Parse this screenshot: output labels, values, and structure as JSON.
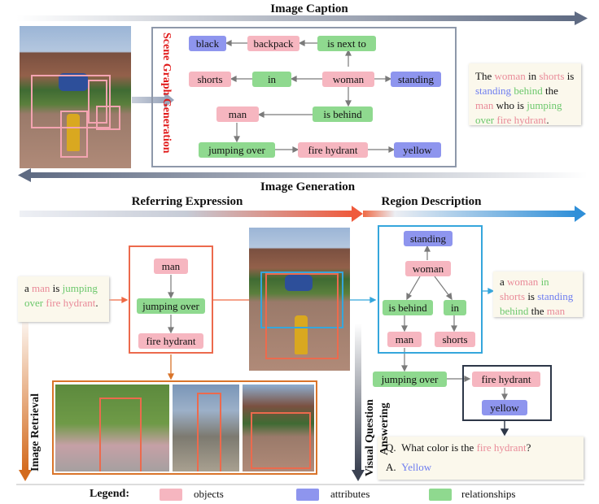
{
  "headers": {
    "image_caption": "Image Caption",
    "image_generation": "Image Generation",
    "referring_expression": "Referring Expression",
    "region_description": "Region Description",
    "scene_graph_generation": "Scene Graph Generation",
    "image_retrieval": "Image Retrieval",
    "vqa_line1": "Visual Question",
    "vqa_line2": "Answering"
  },
  "top_graph": {
    "black": "black",
    "backpack": "backpack",
    "is_next_to": "is next to",
    "shorts": "shorts",
    "in": "in",
    "woman": "woman",
    "standing": "standing",
    "man": "man",
    "is_behind": "is behind",
    "jumping_over": "jumping over",
    "fire_hydrant": "fire hydrant",
    "yellow": "yellow"
  },
  "caption": {
    "t1": "The ",
    "t2": "woman",
    "t3": " in ",
    "t4": "shorts",
    "t5": " is ",
    "t6": "standing",
    "t7": " ",
    "t8": "behind",
    "t9": " the ",
    "t10": "man",
    "t11": " who is ",
    "t12": "jumping over",
    "t13": " ",
    "t14": "fire hydrant",
    "t15": "."
  },
  "referring": {
    "t1": "a ",
    "t2": "man",
    "t3": " is ",
    "t4": "jumping over",
    "t5": " ",
    "t6": "fire hydrant",
    "t7": "."
  },
  "ref_graph": {
    "man": "man",
    "jumping_over": "jumping over",
    "fire_hydrant": "fire hydrant"
  },
  "region_graph": {
    "standing": "standing",
    "woman": "woman",
    "is_behind": "is behind",
    "in": "in",
    "man": "man",
    "shorts": "shorts"
  },
  "region_desc": {
    "t1": "a ",
    "t2": "woman",
    "t3": " ",
    "t4": "in",
    "t5": " ",
    "t6": "shorts",
    "t7": " is ",
    "t8": "standing",
    "t9": " ",
    "t10": "behind",
    "t11": " the ",
    "t12": "man"
  },
  "vqa_graph": {
    "jumping_over": "jumping over",
    "fire_hydrant": "fire hydrant",
    "yellow": "yellow"
  },
  "vqa": {
    "q_prefix": "Q.",
    "q_text": "What color is the ",
    "q_obj": "fire hydrant",
    "q_end": "?",
    "a_prefix": "A.",
    "a_text": "Yellow"
  },
  "legend": {
    "title": "Legend:",
    "objects": "objects",
    "attributes": "attributes",
    "relationships": "relationships"
  },
  "colors": {
    "object": "#f6b6c0",
    "attribute": "#8e95ee",
    "relationship": "#8fd98f",
    "referring_box": "#e8785a",
    "region_box": "#35a6dc",
    "vqa_box": "#2d3748",
    "retrieval_box": "#d9742a"
  }
}
